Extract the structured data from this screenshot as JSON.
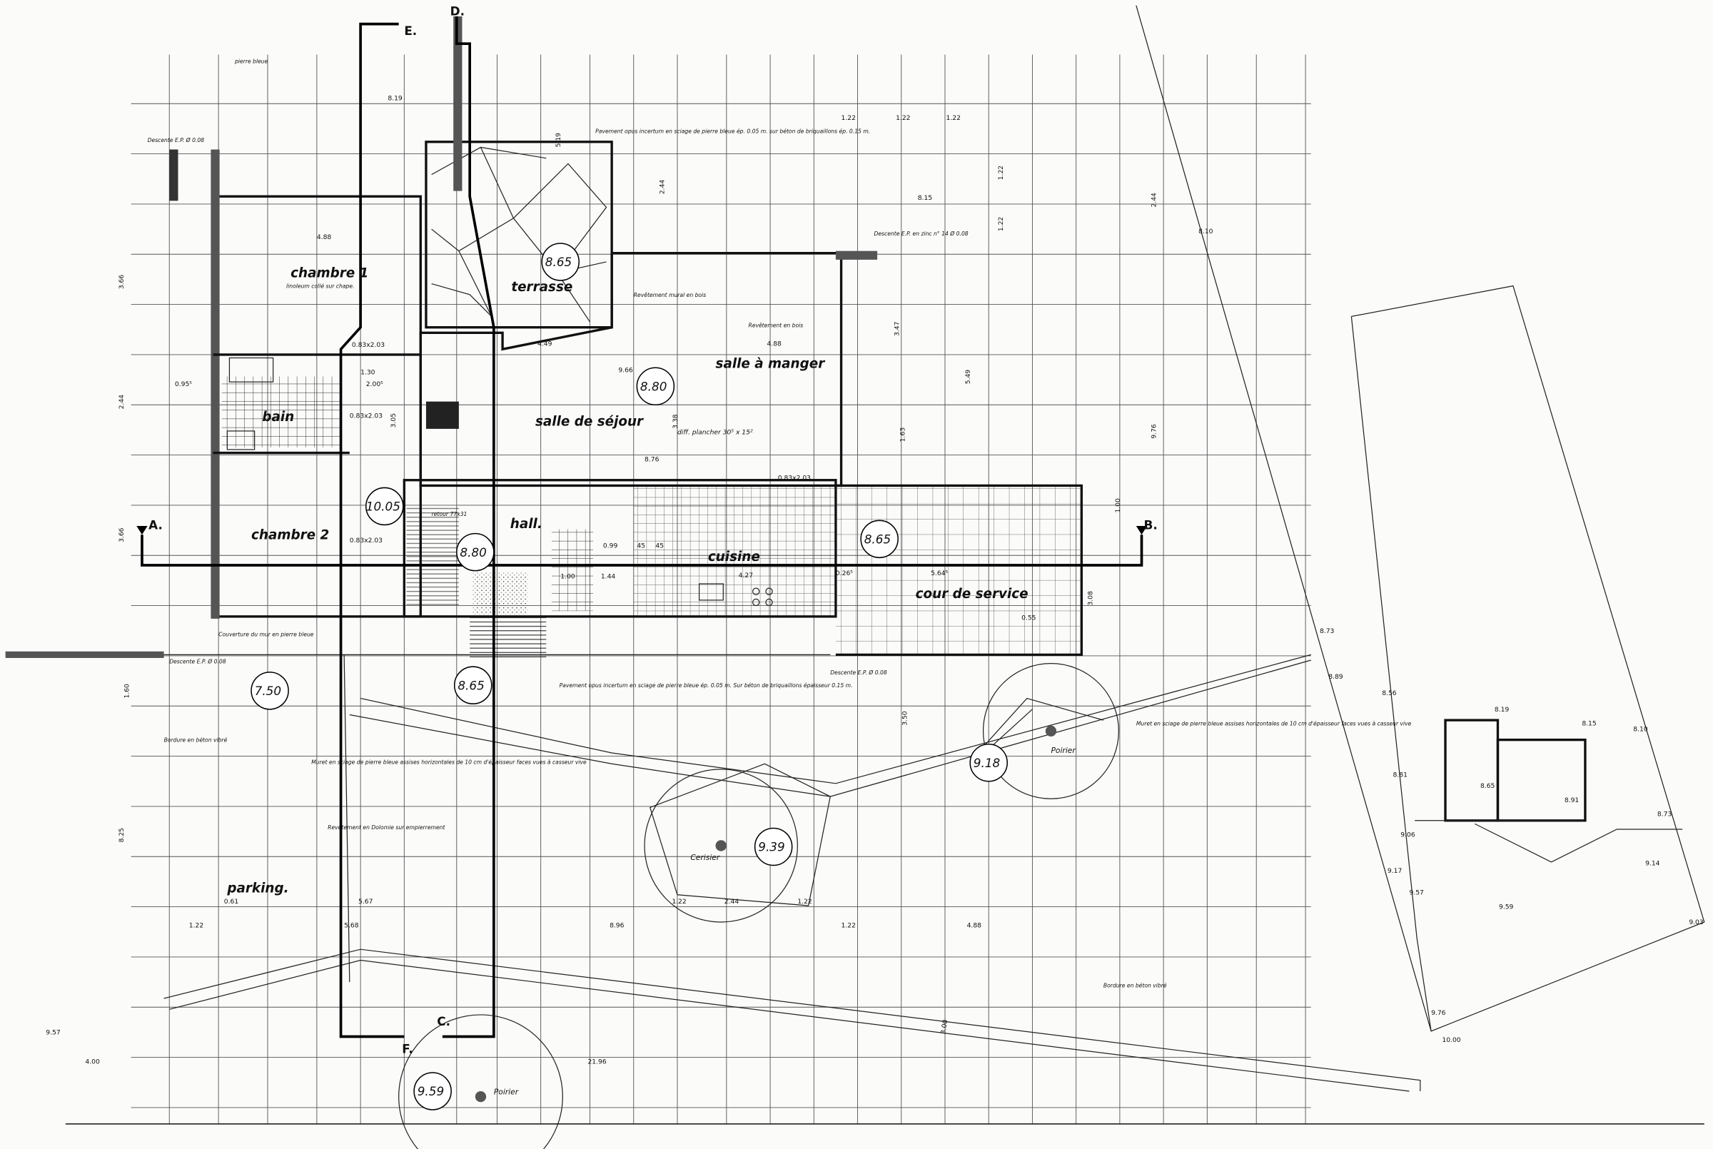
{
  "rooms": {
    "chambre1": "chambre 1",
    "chambre1_note": "linoleum collé sur chape.",
    "chambre2": "chambre 2",
    "bain": "bain",
    "terrasse": "terrasse",
    "sejour": "salle de séjour",
    "manger": "salle à manger",
    "hall": "hall.",
    "cuisine": "cuisine",
    "cour": "cour de service",
    "parking": "parking."
  },
  "levels": [
    "8.65",
    "8.80",
    "10.05",
    "8.80",
    "8.65",
    "7.50",
    "8.65",
    "9.18",
    "9.39",
    "9.59"
  ],
  "sections": {
    "a": "A.",
    "b": "B.",
    "c": "C.",
    "d": "D.",
    "e": "E.",
    "f": "F."
  },
  "trees": {
    "cerisier": "Cerisier",
    "poirier1": "Poirier",
    "poirier2": "Poirier"
  },
  "notes": {
    "pierre_bleue": "pierre bleue",
    "descente1": "Descente E.P. Ø 0.08",
    "descente2": "Descente E.P. en zinc n° 14 Ø 0.08",
    "descente3": "Descente E.P. Ø 0.08",
    "descente4": "Descente E.P. Ø 0.08",
    "pavement_top": "Pavement opus incertum en sciage de pierre bleue ép. 0.05 m. sur béton de briquaillons ép. 0.15 m.",
    "revetement_mural": "Revêtement mural en bois",
    "revetement_bois": "Revêtement en bois",
    "diff_plancher": "diff. plancher 30⁵ x 15²",
    "retour": "retour 77x31",
    "couverture": "Couverture du mur en pierre bleue",
    "bordure1": "Bordure en béton vibré",
    "bordure2": "Bordure en béton vibré",
    "muret_left": "Muret en sciage de pierre bleue assises horizontales de 10 cm d'épaisseur faces vues à casseur vive",
    "dolomie": "Revêtement en Dolomie sur empierrement",
    "pavement_bottom": "Pavement opus incertum en sciage de pierre bleue ép. 0.05 m. Sur béton de briquaillons épaisseur 0.15 m.",
    "muret_right": "Muret en sciage de pierre bleue assises horizontales de 10 cm d'épaisseur faces vues à casseur vive"
  },
  "dimensions": {
    "d819": "8.19",
    "d519": "5.19",
    "d122a": "1.22",
    "d122b": "1.22",
    "d122c": "1.22",
    "d122v1": "1.22",
    "d122v2": "1.22",
    "d244a": "2.44",
    "d244b": "2.44",
    "d815": "8.15",
    "d810": "8.10",
    "d488a": "4.88",
    "d366a": "3.66",
    "d244c": "2.44",
    "d366b": "3.66",
    "d347": "3.47",
    "d549": "5.49",
    "d976": "9.76",
    "d449": "4.49",
    "d488b": "4.88",
    "d966": "9.66",
    "d876": "8.76",
    "d338": "3.38",
    "d5645": "5.64⁵",
    "d427": "4.27",
    "d873": "8.73",
    "d889": "8.89",
    "d825": "8.25",
    "d567": "5.67",
    "d568": "5.68",
    "d122d": "1.22",
    "d896": "8.96",
    "d122e": "1.22",
    "d488c": "4.88",
    "d244d": "2.44",
    "d122f": "1.22",
    "d122g": "1.22",
    "d2196": "21.96",
    "d400": "4.00",
    "d957": "9.57",
    "d300": "3.00",
    "d061": "0.61",
    "d083a": "0.83x2.03",
    "d083b": "0.83x2.03",
    "d083c": "0.83x2.03",
    "d083d": "0.83x2.03",
    "d200": "2.00⁵",
    "d130": "1.30",
    "d305": "3.05",
    "d1005": "1.00",
    "d144": "1.44",
    "d099": "0.99",
    "d045a": "45",
    "d045b": "45",
    "d026": "0.26⁵",
    "d0955": "0.95⁵",
    "d055": "0.55",
    "d160": "1.60",
    "d350": "3.50",
    "d308": "3.08",
    "d100v": "1.00",
    "d063": "1.63"
  },
  "site": {
    "lv": [
      "8.19",
      "8.15",
      "8.10",
      "8.81",
      "8.65",
      "8.91",
      "9.06",
      "9.17",
      "9.57",
      "9.59",
      "8.73",
      "9.14",
      "9.03",
      "9.76",
      "10.00",
      "8.56"
    ]
  }
}
